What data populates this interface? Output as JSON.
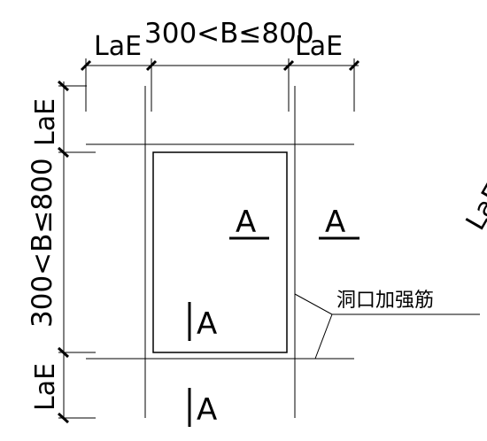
{
  "drawing": {
    "dimension_labels": {
      "top_left_lae": "LaE",
      "top_range": "300<B≤800",
      "top_right_lae": "LaE",
      "left_top_lae": "LaE",
      "left_range": "300<B≤800",
      "left_bottom_lae": "LaE",
      "right_cut_lae": "LaE"
    },
    "section_marks": {
      "mark_right_upper": "A",
      "mark_right_far": "A",
      "mark_lower_inside": "A",
      "mark_lower_outside": "A"
    },
    "callout": {
      "label": "洞口加强筋"
    }
  }
}
